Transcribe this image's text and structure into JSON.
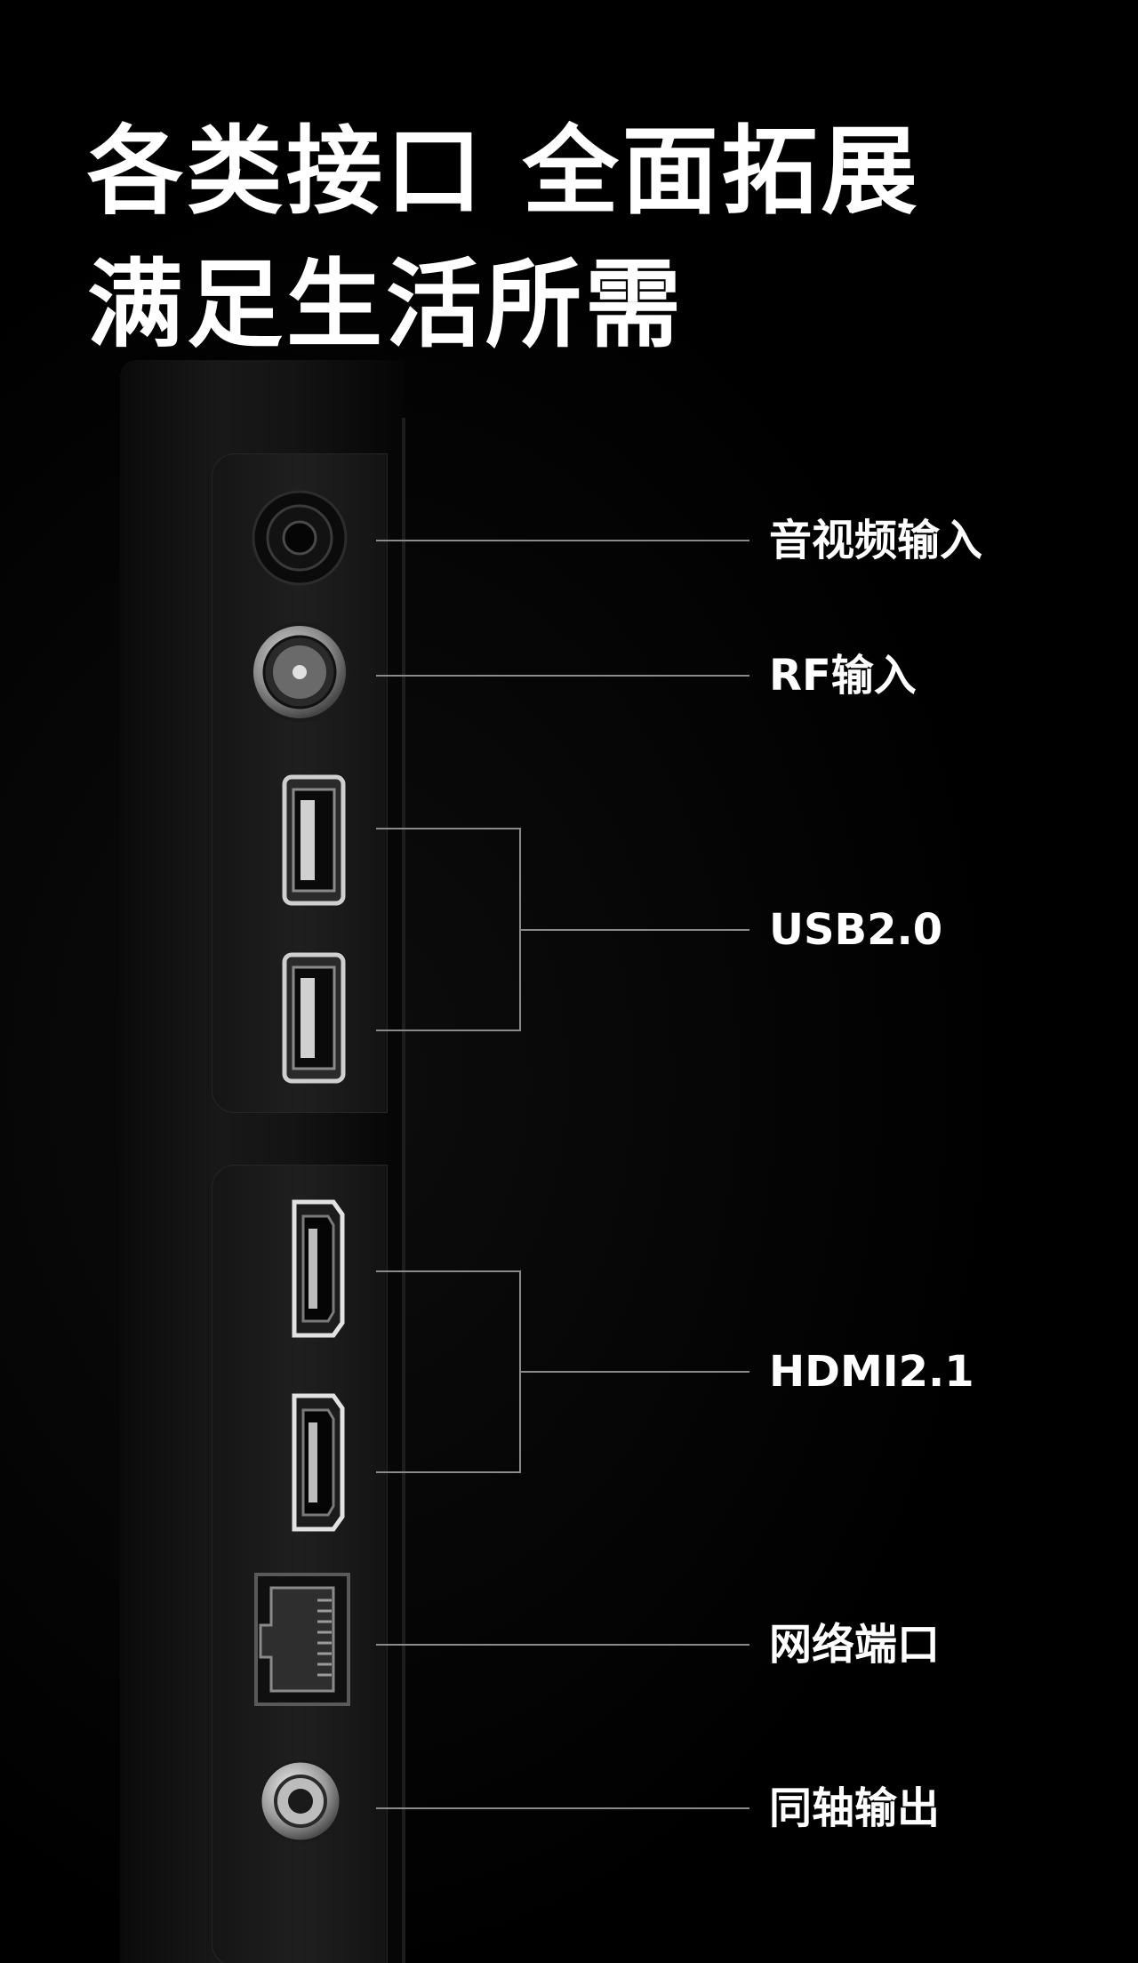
{
  "headline": {
    "line1": "各类接口 全面拓展",
    "line2": "满足生活所需"
  },
  "ports": [
    {
      "label": "音视频输入",
      "icon": "av-input-port-icon"
    },
    {
      "label": "RF输入",
      "icon": "rf-input-port-icon"
    },
    {
      "label": "USB2.0",
      "icon": "usb-port-icon"
    },
    {
      "label": "HDMI2.1",
      "icon": "hdmi-port-icon"
    },
    {
      "label": "网络端口",
      "icon": "ethernet-port-icon"
    },
    {
      "label": "同轴输出",
      "icon": "coaxial-output-port-icon"
    }
  ],
  "colors": {
    "background": "#000000",
    "text": "#ffffff",
    "line": "#8a8a8a"
  }
}
